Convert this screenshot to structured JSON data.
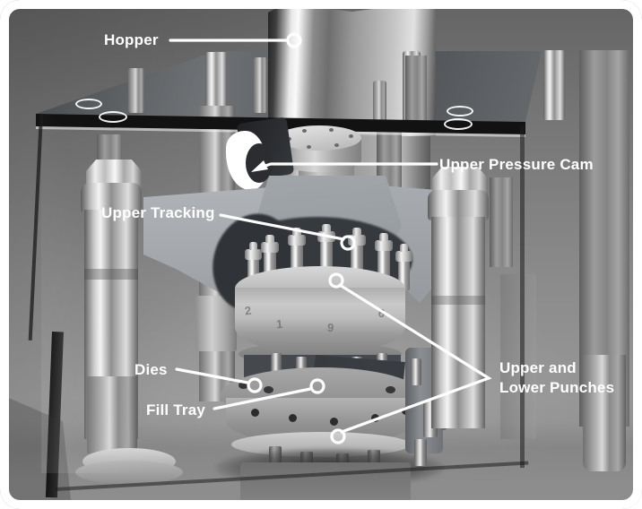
{
  "annotations": {
    "hopper": {
      "label": "Hopper"
    },
    "upper_pressure_cam": {
      "label": "Upper Pressure Cam"
    },
    "upper_tracking": {
      "label": "Upper Tracking"
    },
    "dies": {
      "label": "Dies"
    },
    "fill_tray": {
      "label": "Fill Tray"
    },
    "upper_lower_punches": {
      "label_line1": "Upper and",
      "label_line2": "Lower Punches"
    }
  },
  "turret_numbers": [
    "2",
    "1",
    "9",
    "6"
  ],
  "colors": {
    "label_text": "#ffffff",
    "leader_line": "#ffffff",
    "frame": "#ffffff",
    "glass_edge": "#121212",
    "background_mid": "#8a8a8a",
    "metal_highlight": "#f5f5f5",
    "cavity_dark": "#36393d"
  }
}
